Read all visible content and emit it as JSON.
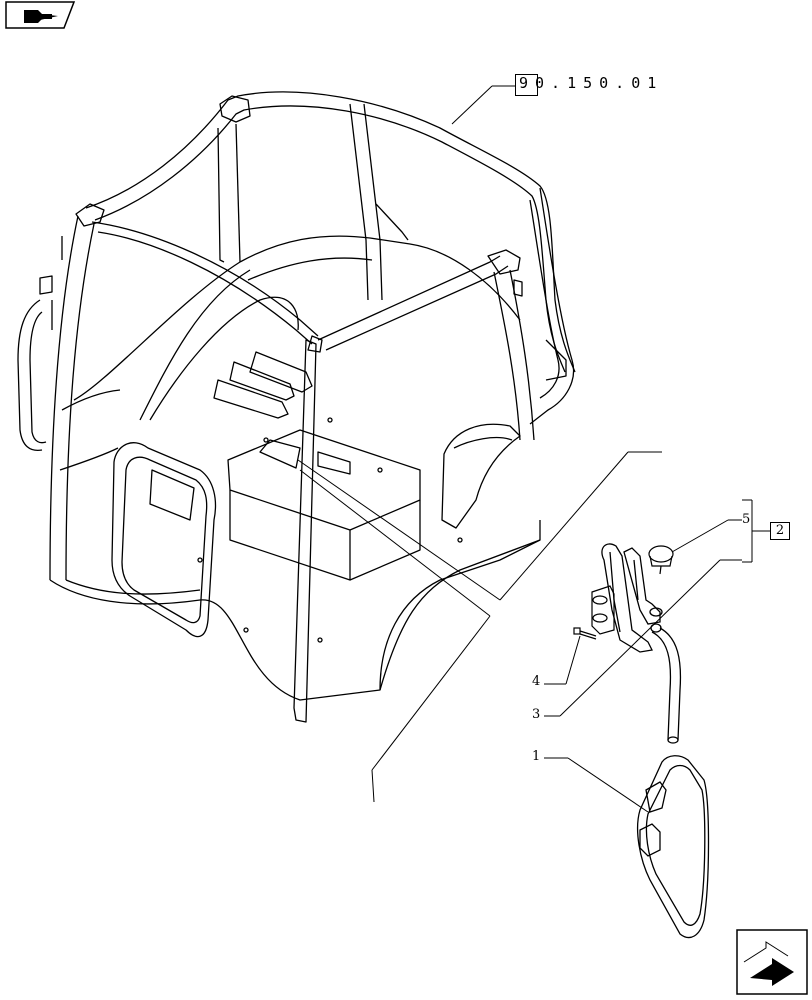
{
  "reference": {
    "code": "90.150.01"
  },
  "group_label": "2",
  "callouts": [
    {
      "id": "c1",
      "text": "1"
    },
    {
      "id": "c3",
      "text": "3"
    },
    {
      "id": "c4",
      "text": "4"
    },
    {
      "id": "c5",
      "text": "5"
    }
  ],
  "icons": {
    "top_left": "hand-pointing-icon",
    "bottom_right": "next-page-arrow-icon"
  }
}
